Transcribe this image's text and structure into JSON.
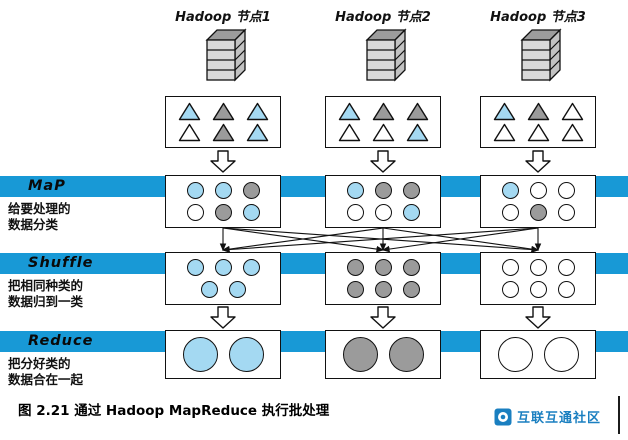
{
  "nodes": [
    {
      "label": "Hadoop 节点1"
    },
    {
      "label": "Hadoop 节点2"
    },
    {
      "label": "Hadoop 节点3"
    }
  ],
  "inputs": [
    {
      "type": "triangle",
      "rows": [
        [
          "blue",
          "gray",
          "blue"
        ],
        [
          "white",
          "gray",
          "blue"
        ]
      ]
    },
    {
      "type": "triangle",
      "rows": [
        [
          "blue",
          "gray",
          "gray"
        ],
        [
          "white",
          "white",
          "blue"
        ]
      ]
    },
    {
      "type": "triangle",
      "rows": [
        [
          "blue",
          "gray",
          "white"
        ],
        [
          "white",
          "white",
          "white"
        ]
      ]
    }
  ],
  "map_stage": {
    "label": "MaP",
    "desc_lines": [
      "给要处理的",
      "数据分类"
    ],
    "boxes": [
      {
        "type": "circle",
        "rows": [
          [
            "blue",
            "blue",
            "gray"
          ],
          [
            "white",
            "gray",
            "blue"
          ]
        ]
      },
      {
        "type": "circle",
        "rows": [
          [
            "blue",
            "gray",
            "gray"
          ],
          [
            "white",
            "white",
            "blue"
          ]
        ]
      },
      {
        "type": "circle",
        "rows": [
          [
            "blue",
            "white",
            "white"
          ],
          [
            "white",
            "gray",
            "white"
          ]
        ]
      }
    ]
  },
  "shuffle_stage": {
    "label": "Shuffle",
    "desc_lines": [
      "把相同种类的",
      "数据归到一类"
    ],
    "boxes": [
      {
        "type": "circle",
        "rows": [
          [
            "blue",
            "blue",
            "blue"
          ],
          [
            "blue",
            "blue"
          ]
        ]
      },
      {
        "type": "circle",
        "rows": [
          [
            "gray",
            "gray",
            "gray"
          ],
          [
            "gray",
            "gray",
            "gray"
          ]
        ]
      },
      {
        "type": "circle",
        "rows": [
          [
            "white",
            "white",
            "white"
          ],
          [
            "white",
            "white",
            "white"
          ]
        ]
      }
    ]
  },
  "reduce_stage": {
    "label": "Reduce",
    "desc_lines": [
      "把分好类的",
      "数据合在一起"
    ],
    "boxes": [
      {
        "type": "big-circle",
        "rows": [
          [
            "blue",
            "blue"
          ]
        ]
      },
      {
        "type": "big-circle",
        "rows": [
          [
            "gray",
            "gray"
          ]
        ]
      },
      {
        "type": "big-circle",
        "rows": [
          [
            "white",
            "white"
          ]
        ]
      }
    ]
  },
  "caption": "图 2.21  通过 Hadoop MapReduce 执行批处理",
  "watermark": {
    "text": "互联互通社区"
  },
  "colors": {
    "band": "#1899d6",
    "blue": "#a4d9f2",
    "gray": "#9b9b9b",
    "white": "#ffffff"
  }
}
